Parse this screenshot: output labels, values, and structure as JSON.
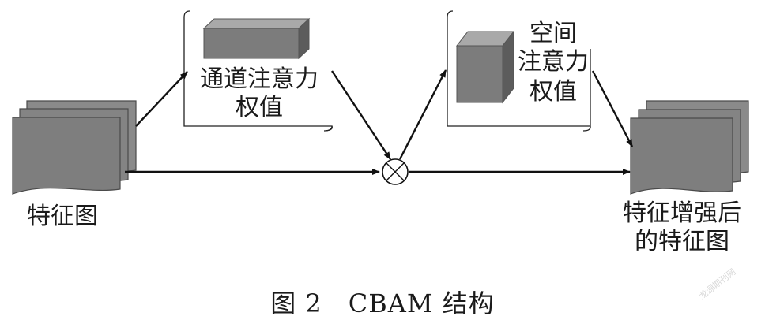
{
  "nodes": {
    "input_map": {
      "label": "特征图"
    },
    "channel_attention": {
      "label_line1": "通道注意力",
      "label_line2": "权值"
    },
    "spatial_attention": {
      "label_line1": "空间",
      "label_line2": "注意力",
      "label_line3": "权值"
    },
    "output_map": {
      "label_line1": "特征增强后",
      "label_line2": "的特征图"
    },
    "multiply": {
      "symbol": "⊗"
    }
  },
  "caption": "图 2　CBAM 结构",
  "watermark": "龙源期刊网",
  "colors": {
    "sheet_face": "#808080",
    "sheet_edge": "#4a4a4a",
    "box_front": "#7c7c7c",
    "box_top": "#a9a9a9",
    "box_side": "#5c5c5c",
    "arrow": "#111111"
  }
}
